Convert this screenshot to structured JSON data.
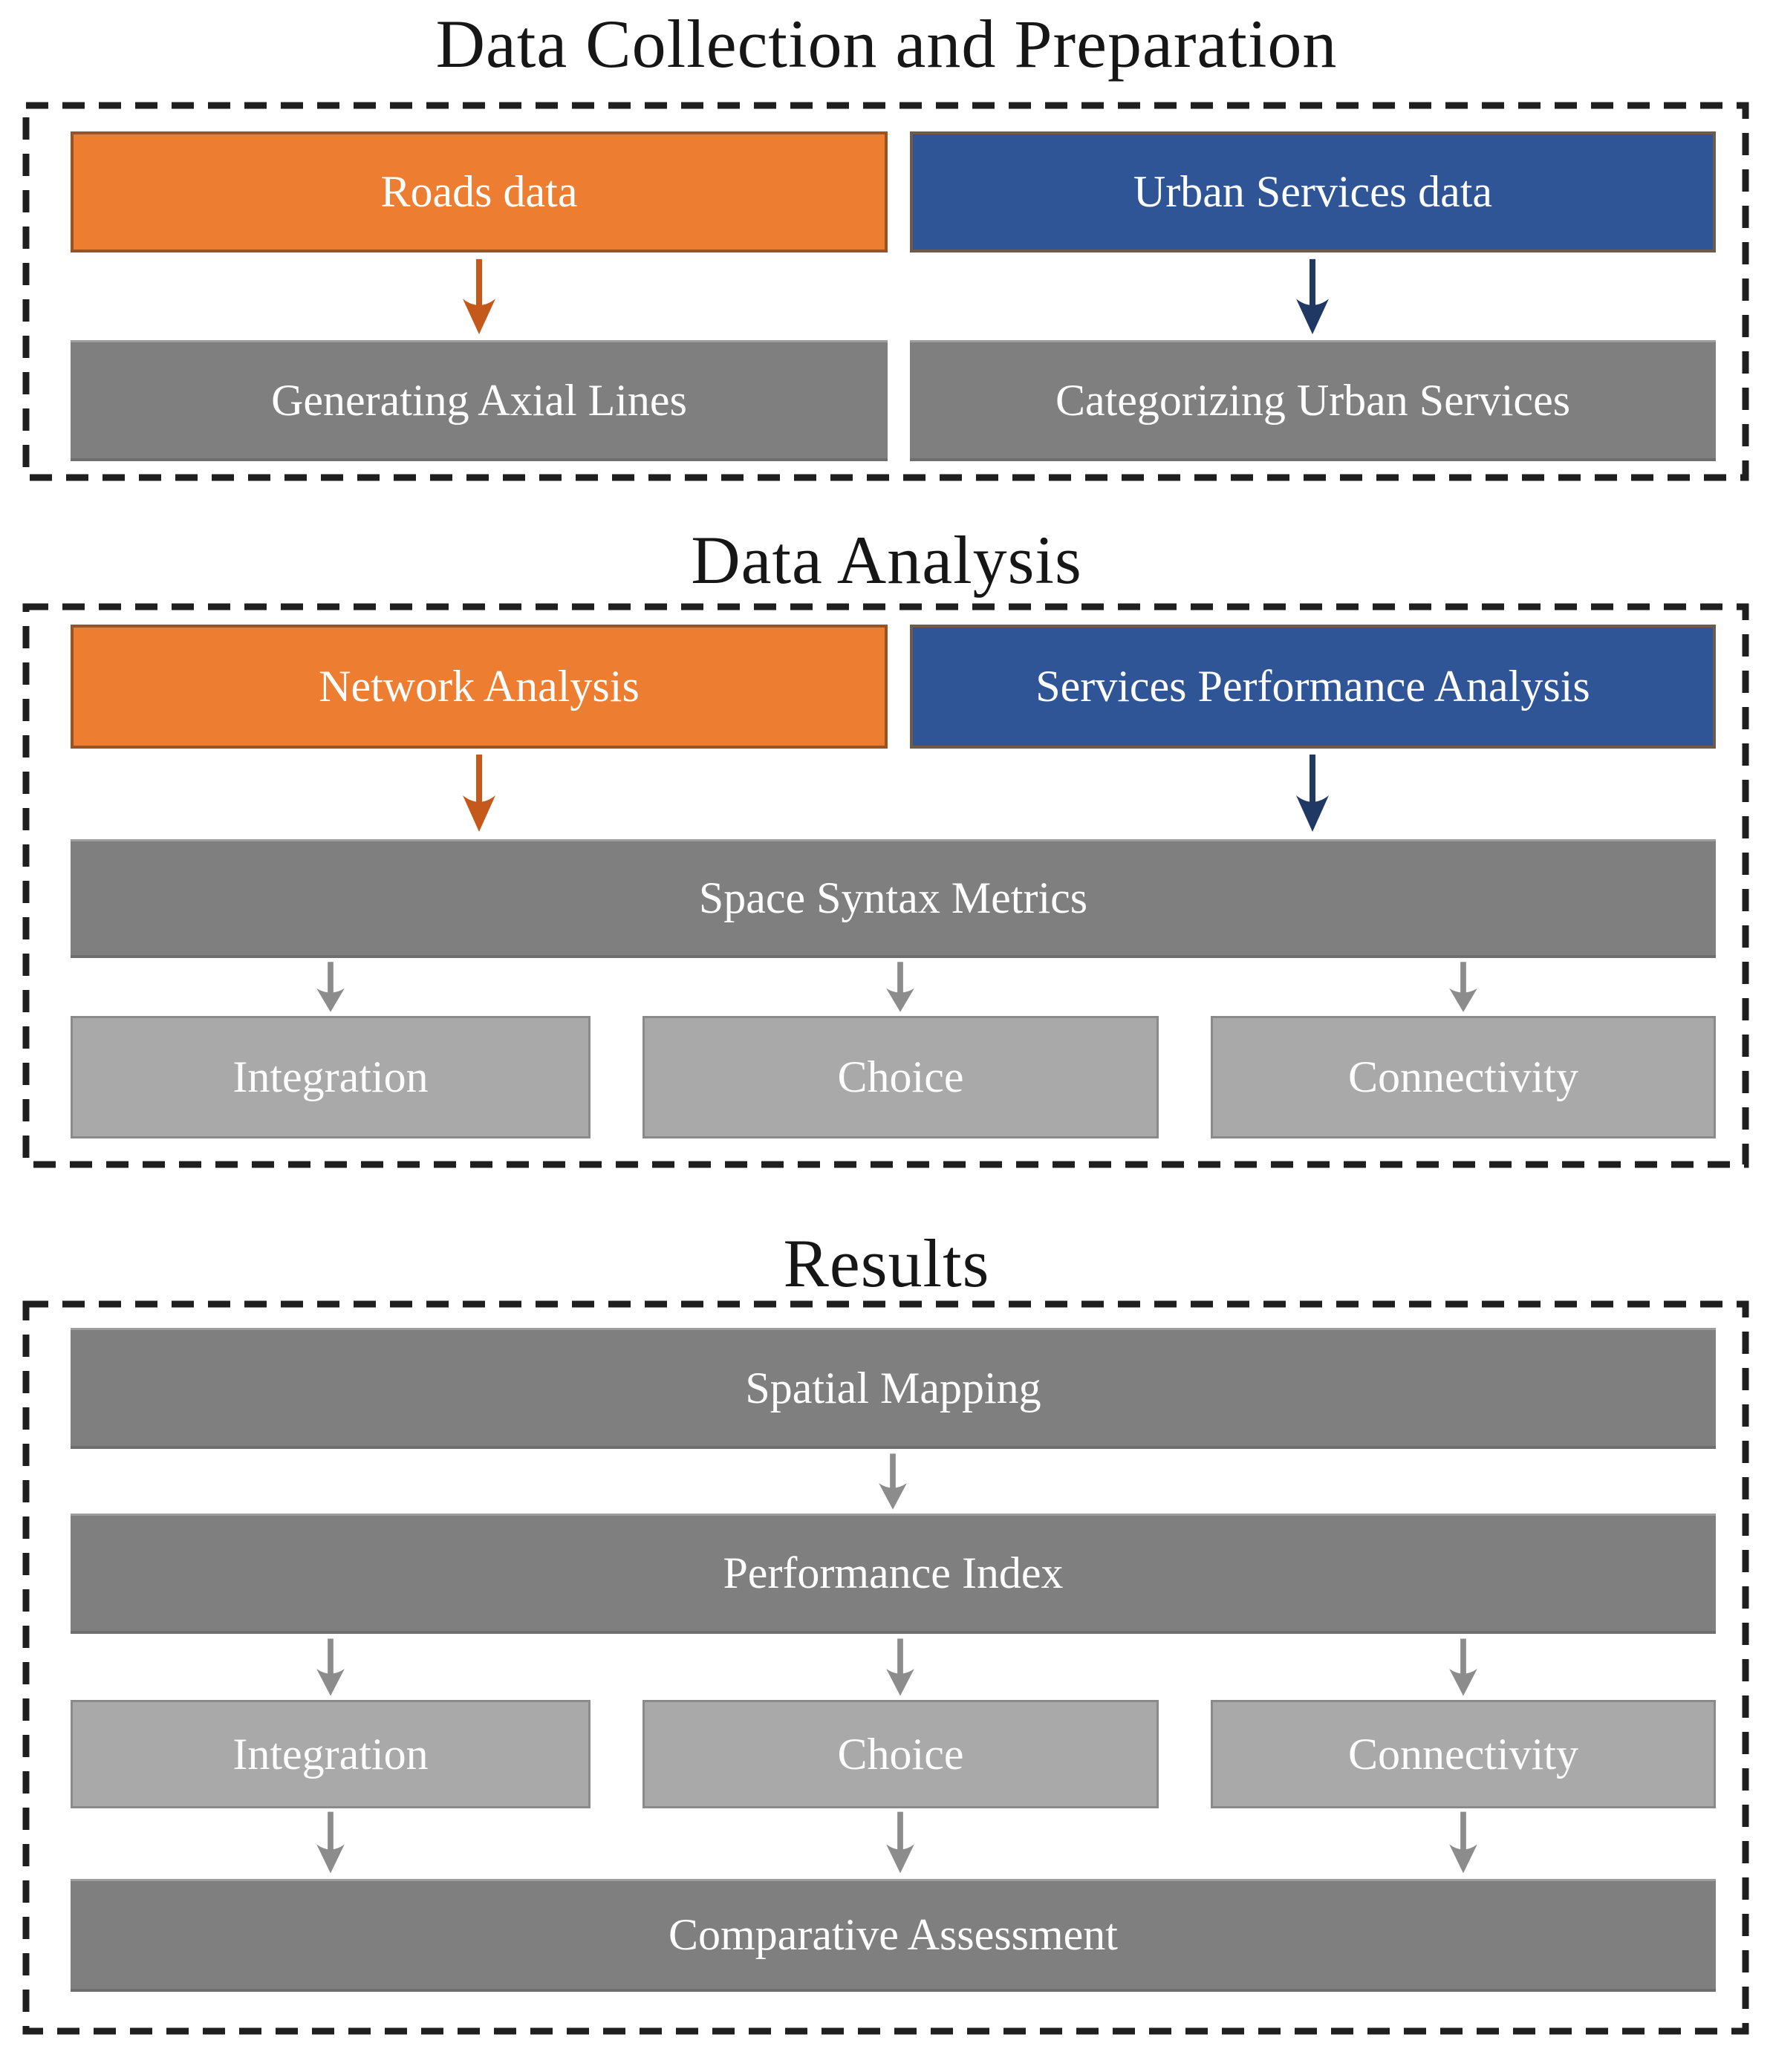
{
  "sections": [
    {
      "title": "Data Collection and Preparation",
      "boxes": {
        "roads": "Roads data",
        "urban_services": "Urban Services data",
        "generating_axial": "Generating Axial Lines",
        "categorizing": "Categorizing Urban Services"
      }
    },
    {
      "title": "Data Analysis",
      "boxes": {
        "network": "Network Analysis",
        "services_performance": "Services Performance Analysis",
        "space_syntax": "Space Syntax Metrics",
        "integration": "Integration",
        "choice": "Choice",
        "connectivity": "Connectivity"
      }
    },
    {
      "title": "Results",
      "boxes": {
        "spatial_mapping": "Spatial Mapping",
        "performance_index": "Performance Index",
        "integration": "Integration",
        "choice": "Choice",
        "connectivity": "Connectivity",
        "comparative": "Comparative Assessment"
      }
    }
  ],
  "colors": {
    "orange": "#ED7D31",
    "orange-border": "#9A5221",
    "arrow-orange": "#C5591B",
    "blue": "#2F5597",
    "blue-border": "#6E5B49",
    "arrow-navy": "#1F3864",
    "gray-dark": "#7F7F7F",
    "gray-light": "#A9A9A9",
    "arrow-gray": "#8C8C8C",
    "dash": "#1F1F1F",
    "title": "#161616"
  }
}
